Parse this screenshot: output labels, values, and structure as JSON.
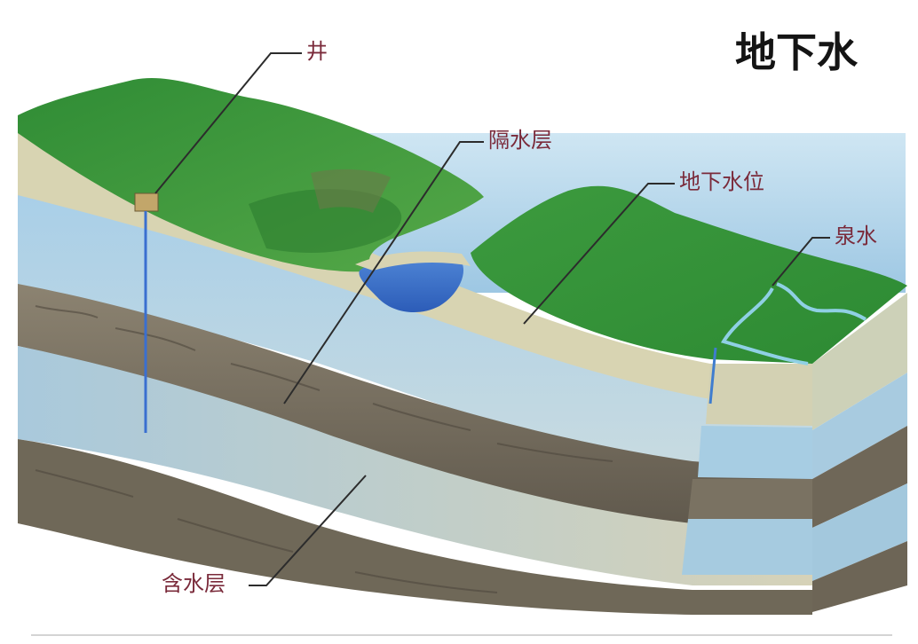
{
  "title": "地下水",
  "labels": {
    "well": "井",
    "aquiclude": "隔水层",
    "water_table": "地下水位",
    "spring": "泉水",
    "aquifer": "含水层"
  },
  "colors": {
    "title_text": "#141414",
    "label_text": "#7a2a3a",
    "leader_line": "#2c2c2c",
    "grass": "#3f9a3f",
    "aquifer_blue": "#9fc6e0",
    "aquiclude_brown": "#756c5f",
    "surface_sand": "#d7d3b0",
    "lake_water": "#3e74cc"
  }
}
